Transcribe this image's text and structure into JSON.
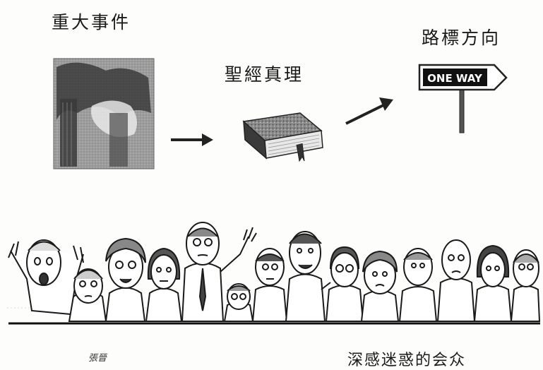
{
  "labels": {
    "event": "重大事件",
    "truth": "聖經真理",
    "direction": "路標方向",
    "audience": "深感迷惑的会众"
  },
  "sign": {
    "text": "ONE WAY"
  },
  "signature": "張晉"
}
